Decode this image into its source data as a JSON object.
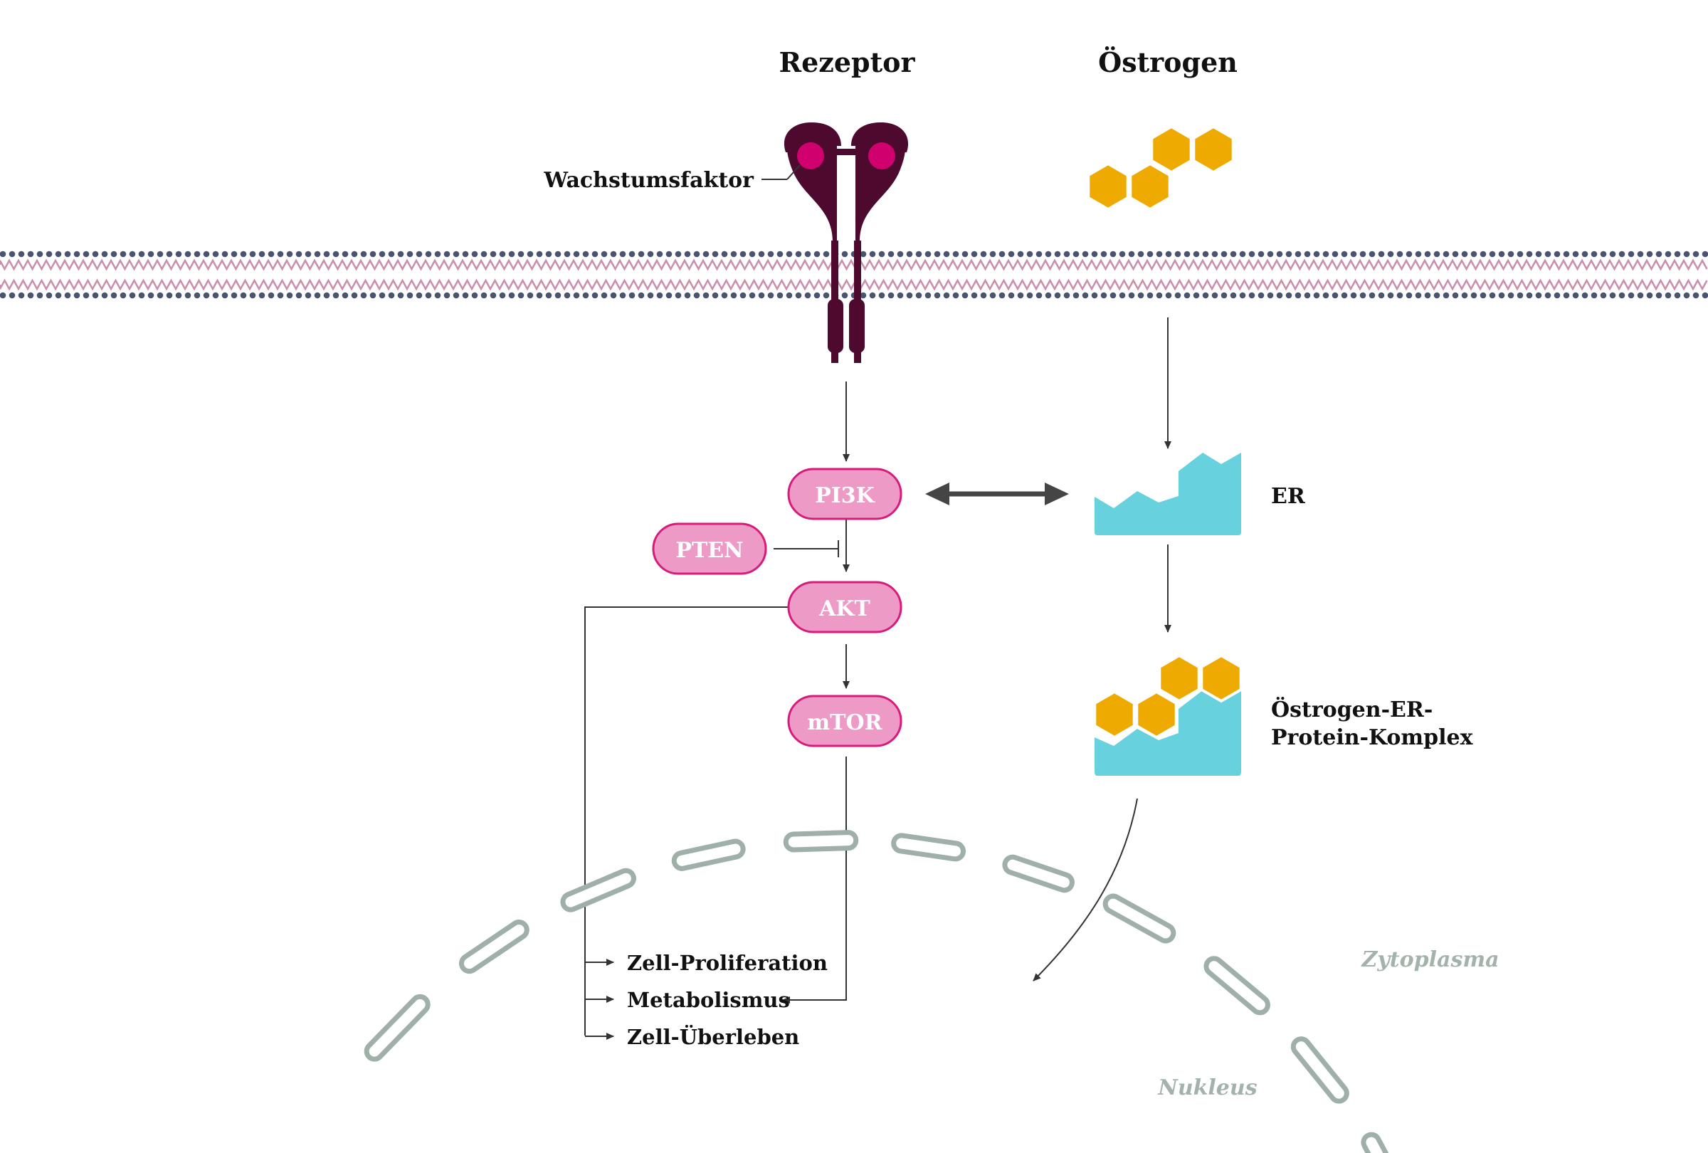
{
  "labels": {
    "receptor": "Rezeptor",
    "estrogen": "Östrogen",
    "growth_factor": "Wachstumsfaktor",
    "er": "ER",
    "complex_line1": "Östrogen-ER-",
    "complex_line2": "Protein-Komplex",
    "cytoplasm": "Zytoplasma",
    "nucleus": "Nukleus"
  },
  "proteins": {
    "pi3k": "PI3K",
    "pten": "PTEN",
    "akt": "AKT",
    "mtor": "mTOR"
  },
  "outcomes": [
    "Zell-Proliferation",
    "Metabolismus",
    "Zell-Überleben"
  ],
  "colors": {
    "membrane_heads": "#4a5470",
    "membrane_tails": "#c98fab",
    "receptor": "#4d0a2e",
    "growth_factor": "#d1006f",
    "pill_fill": "#ee9ac6",
    "pill_stroke": "#d81b7a",
    "estrogen": "#eeaa00",
    "er": "#67d2de",
    "nucleus_envelope": "#9fb0a8",
    "arrow_dark": "#454545"
  },
  "icons": {
    "receptor": "receptor-icon",
    "estrogen": "estrogen-hexagons-icon",
    "er": "er-protein-icon"
  }
}
